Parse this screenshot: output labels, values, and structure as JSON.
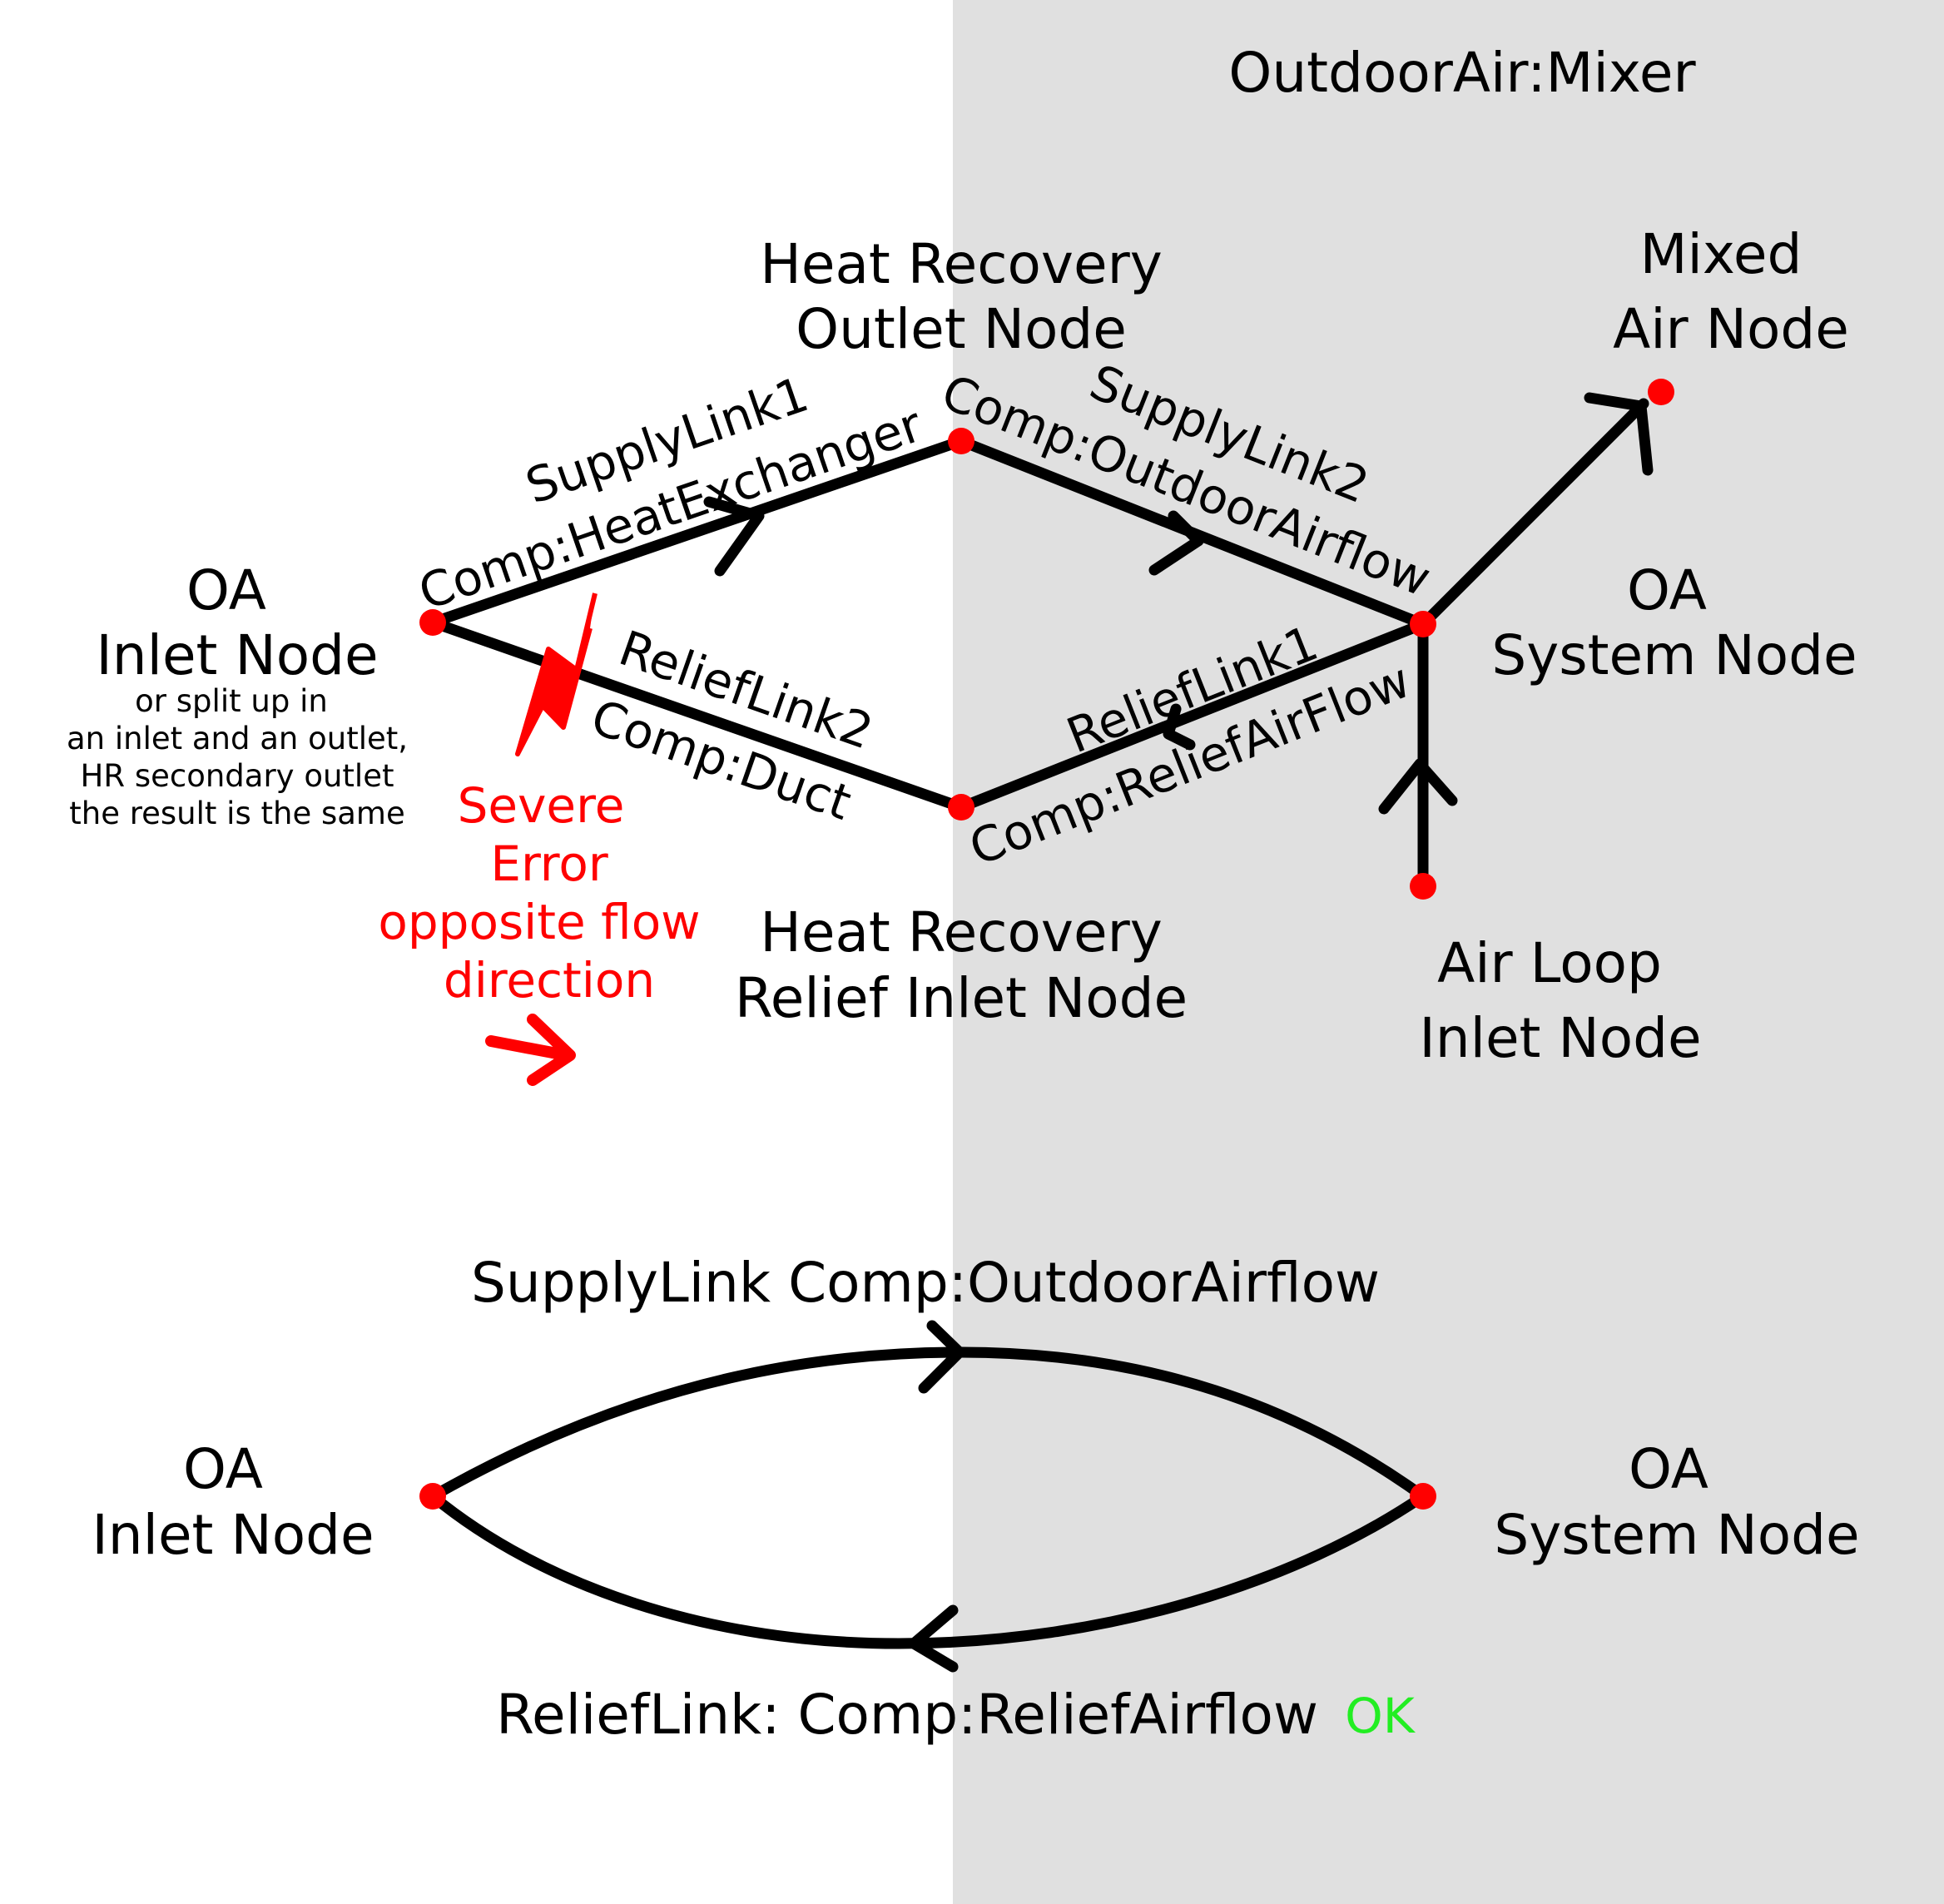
{
  "mixer_title": "OutdoorAir:Mixer",
  "nodes": {
    "hr_outlet": [
      "Heat Recovery",
      "Outlet Node"
    ],
    "mixed_air": [
      "Mixed",
      "Air Node"
    ],
    "oa_inlet": [
      "OA",
      "Inlet Node"
    ],
    "oa_system": [
      "OA",
      "System Node"
    ],
    "hr_relief_inlet": [
      "Heat Recovery",
      "Relief Inlet Node"
    ],
    "air_loop_inlet": [
      "Air Loop",
      "Inlet Node"
    ]
  },
  "oa_inlet_note": [
    "or split up in",
    "an inlet and an outlet,",
    "HR secondary outlet",
    "the result is the same"
  ],
  "links": {
    "supply1": "SupplyLink1",
    "supply1_comp": "Comp:HeatExchanger",
    "supply2": "SupplyLink2",
    "supply2_comp": "Comp:OutdoorAirflow",
    "relief2": "ReliefLink2",
    "relief2_comp": "Comp:Duct",
    "relief1": "ReliefLink1",
    "relief1_comp": "Comp:ReliefAirFlow"
  },
  "error_note": [
    "Severe",
    "Error",
    "opposite flow",
    "direction"
  ],
  "bottom": {
    "oa_inlet": [
      "OA",
      "Inlet Node"
    ],
    "oa_system": [
      "OA",
      "System Node"
    ],
    "supply_label": "SupplyLink Comp:OutdoorAirflow",
    "relief_label": "ReliefLink: Comp:ReliefAirflow",
    "ok_label": "OK"
  },
  "colors": {
    "mixer_background": "#e0e0e0",
    "line": "#000000",
    "node_dot": "#ff0000",
    "error": "#ff0000",
    "ok": "#22ee22"
  }
}
